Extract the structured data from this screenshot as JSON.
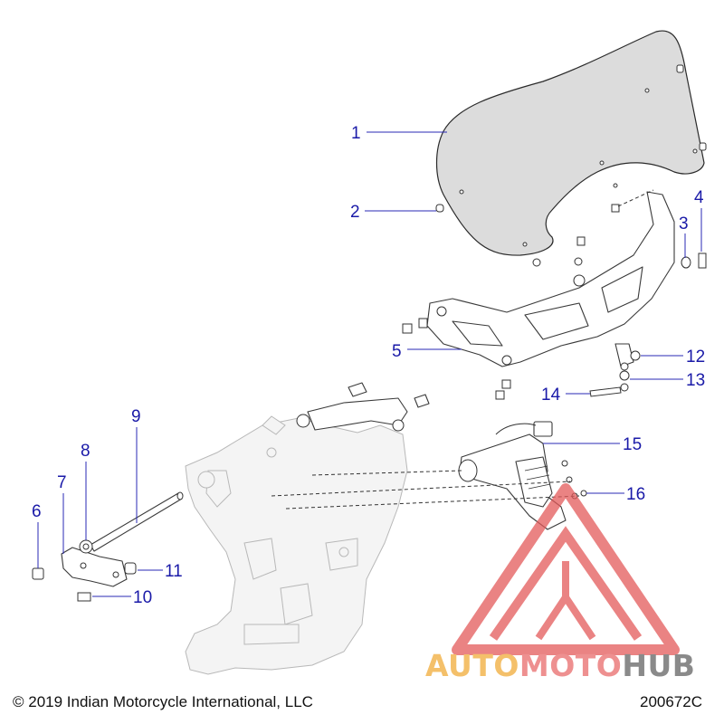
{
  "callouts": [
    {
      "id": "1",
      "label": "1"
    },
    {
      "id": "2",
      "label": "2"
    },
    {
      "id": "3",
      "label": "3"
    },
    {
      "id": "4",
      "label": "4"
    },
    {
      "id": "5",
      "label": "5"
    },
    {
      "id": "6",
      "label": "6"
    },
    {
      "id": "7",
      "label": "7"
    },
    {
      "id": "8",
      "label": "8"
    },
    {
      "id": "9",
      "label": "9"
    },
    {
      "id": "10",
      "label": "10"
    },
    {
      "id": "11",
      "label": "11"
    },
    {
      "id": "12",
      "label": "12"
    },
    {
      "id": "13",
      "label": "13"
    },
    {
      "id": "14",
      "label": "14"
    },
    {
      "id": "15",
      "label": "15"
    },
    {
      "id": "16",
      "label": "16"
    }
  ],
  "footer": {
    "copyright": "© 2019 Indian Motorcycle International, LLC",
    "diagram_code": "200672C"
  },
  "watermark": {
    "part1": "AUTO",
    "part2": "MOTO",
    "part3": "HUB"
  },
  "colors": {
    "callout": "#1a1aa8",
    "watermark_red": "#e35a5a",
    "watermark_yellow": "#f4c06a",
    "watermark_grey": "#8a8a8a"
  }
}
